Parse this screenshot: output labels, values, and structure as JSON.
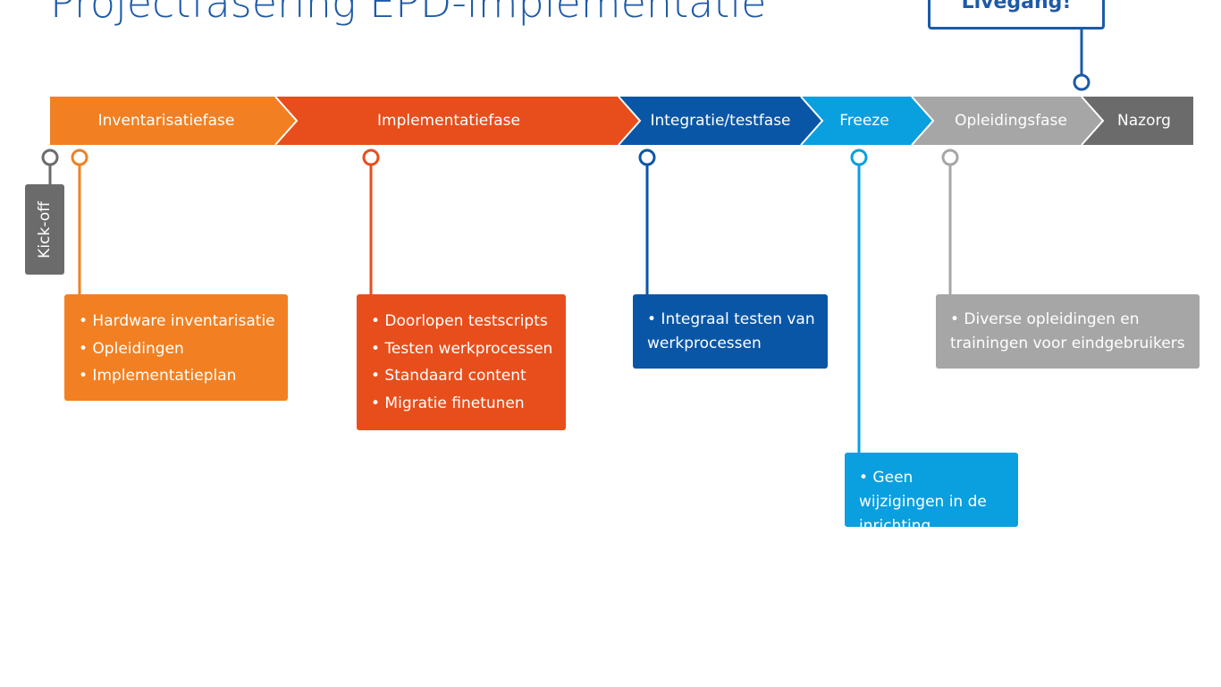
{
  "title": "Projectfasering EPD-implementatie",
  "livegang_label": "Livegang!",
  "kickoff_label": "Kick-off",
  "colors": {
    "orange": "#f28022",
    "red": "#e84e1b",
    "darkblue": "#0a56a6",
    "lightblue": "#0a9fdf",
    "lightgray": "#a6a6a6",
    "darkgray": "#6b6b6b",
    "title_blue": "#1d5aa8"
  },
  "phases": [
    {
      "label": "Inventarisatiefase",
      "color": "#f28022"
    },
    {
      "label": "Implementatiefase",
      "color": "#e84e1b"
    },
    {
      "label": "Integratie/testfase",
      "color": "#0a56a6"
    },
    {
      "label": "Freeze",
      "color": "#0a9fdf"
    },
    {
      "label": "Opleidingsfase",
      "color": "#a6a6a6"
    },
    {
      "label": "Nazorg",
      "color": "#6b6b6b"
    }
  ],
  "boxes": [
    {
      "items": [
        "• Hardware inventarisatie",
        "• Opleidingen",
        "• Implementatieplan"
      ],
      "color": "#f28022"
    },
    {
      "items": [
        "• Doorlopen testscripts",
        "• Testen werkprocessen",
        "• Standaard content",
        "• Migratie finetunen"
      ],
      "color": "#e84e1b"
    },
    {
      "items": [
        "• Integraal testen van werkprocessen"
      ],
      "color": "#0a56a6"
    },
    {
      "items": [
        "• Geen wijzigingen in de inrichting"
      ],
      "color": "#0a9fdf"
    },
    {
      "items": [
        "• Diverse opleidingen en trainingen voor eindgebruikers"
      ],
      "color": "#a6a6a6"
    }
  ]
}
